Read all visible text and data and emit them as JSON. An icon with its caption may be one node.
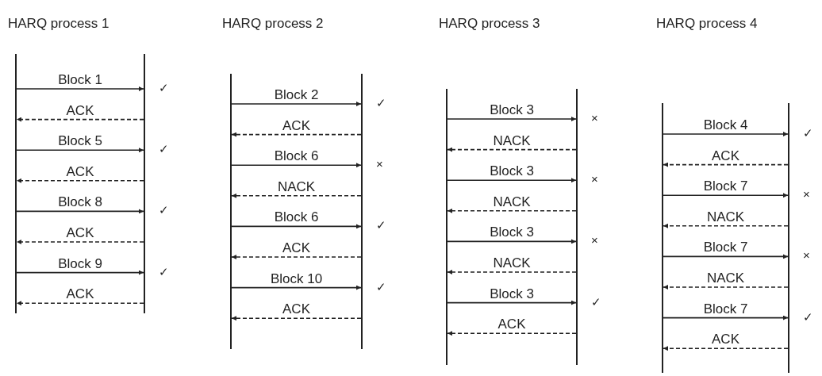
{
  "diagram": {
    "nodes": [
      {
        "text": [],
        "shape": "bar"
      },
      {
        "text": [],
        "shape": "bar",
        "beside": [
          "✓",
          "✓",
          "✓",
          "✓"
        ]
      },
      {
        "text": [],
        "shape": "bar"
      },
      {
        "text": [],
        "shape": "bar",
        "beside": [
          "✓",
          "×",
          "✓",
          "✓"
        ]
      },
      {
        "text": [],
        "shape": "bar"
      },
      {
        "text": [],
        "shape": "bar",
        "beside": [
          "×",
          "×",
          "×",
          "✓"
        ]
      },
      {
        "text": [],
        "shape": "bar"
      },
      {
        "text": [],
        "shape": "bar",
        "beside": [
          "✓",
          "×",
          "×",
          "✓"
        ]
      }
    ],
    "edges": [
      {
        "from": 0,
        "to": 1,
        "arrow": "to",
        "label": "Block 1"
      },
      {
        "from": 1,
        "to": 0,
        "arrow": "to",
        "label": "ACK",
        "style": "dashed"
      },
      {
        "from": 0,
        "to": 1,
        "arrow": "to",
        "label": "Block 5"
      },
      {
        "from": 1,
        "to": 0,
        "arrow": "to",
        "label": "ACK",
        "style": "dashed"
      },
      {
        "from": 0,
        "to": 1,
        "arrow": "to",
        "label": "Block 8"
      },
      {
        "from": 1,
        "to": 0,
        "arrow": "to",
        "label": "ACK",
        "style": "dashed"
      },
      {
        "from": 0,
        "to": 1,
        "arrow": "to",
        "label": "Block 9"
      },
      {
        "from": 1,
        "to": 0,
        "arrow": "to",
        "label": "ACK",
        "style": "dashed"
      },
      {
        "from": 2,
        "to": 3,
        "arrow": "to",
        "label": "Block 2"
      },
      {
        "from": 3,
        "to": 2,
        "arrow": "to",
        "label": "ACK",
        "style": "dashed"
      },
      {
        "from": 2,
        "to": 3,
        "arrow": "to",
        "label": "Block 6"
      },
      {
        "from": 3,
        "to": 2,
        "arrow": "to",
        "label": "NACK",
        "style": "dashed"
      },
      {
        "from": 2,
        "to": 3,
        "arrow": "to",
        "label": "Block 6"
      },
      {
        "from": 3,
        "to": 2,
        "arrow": "to",
        "label": "ACK",
        "style": "dashed"
      },
      {
        "from": 2,
        "to": 3,
        "arrow": "to",
        "label": "Block 10"
      },
      {
        "from": 3,
        "to": 2,
        "arrow": "to",
        "label": "ACK",
        "style": "dashed"
      },
      {
        "from": 4,
        "to": 5,
        "arrow": "to",
        "label": "Block 3"
      },
      {
        "from": 5,
        "to": 4,
        "arrow": "to",
        "label": "NACK",
        "style": "dashed"
      },
      {
        "from": 4,
        "to": 5,
        "arrow": "to",
        "label": "Block 3"
      },
      {
        "from": 5,
        "to": 4,
        "arrow": "to",
        "label": "NACK",
        "style": "dashed"
      },
      {
        "from": 4,
        "to": 5,
        "arrow": "to",
        "label": "Block 3"
      },
      {
        "from": 5,
        "to": 4,
        "arrow": "to",
        "label": "NACK",
        "style": "dashed"
      },
      {
        "from": 4,
        "to": 5,
        "arrow": "to",
        "label": "Block 3"
      },
      {
        "from": 5,
        "to": 4,
        "arrow": "to",
        "label": "ACK",
        "style": "dashed"
      },
      {
        "from": 6,
        "to": 7,
        "arrow": "to",
        "label": "Block 4"
      },
      {
        "from": 7,
        "to": 6,
        "arrow": "to",
        "label": "ACK",
        "style": "dashed"
      },
      {
        "from": 6,
        "to": 7,
        "arrow": "to",
        "label": "Block 7"
      },
      {
        "from": 7,
        "to": 6,
        "arrow": "to",
        "label": "NACK",
        "style": "dashed"
      },
      {
        "from": 6,
        "to": 7,
        "arrow": "to",
        "label": "Block 7"
      },
      {
        "from": 7,
        "to": 6,
        "arrow": "to",
        "label": "NACK",
        "style": "dashed"
      },
      {
        "from": 6,
        "to": 7,
        "arrow": "to",
        "label": "Block 7"
      },
      {
        "from": 7,
        "to": 6,
        "arrow": "to",
        "label": "ACK",
        "style": "dashed"
      }
    ],
    "labels": [
      "HARQ process 1",
      "HARQ process 2",
      "HARQ process 3",
      "HARQ process 4"
    ]
  }
}
